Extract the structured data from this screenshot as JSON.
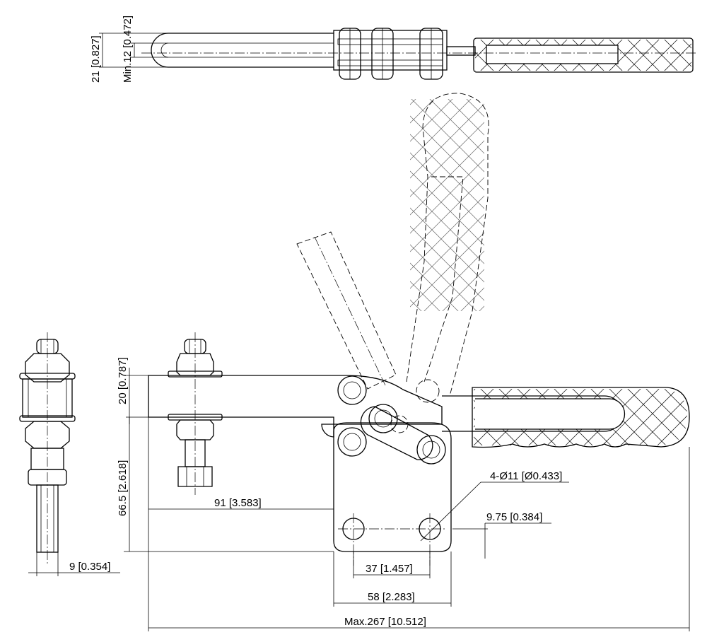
{
  "drawing": {
    "dimensions": {
      "width_min_slot": "Min.12 [0.472]",
      "width_slot": "21 [0.827]",
      "bar_thickness": "20 [0.787]",
      "height": "66.5 [2.618]",
      "reach": "91 [3.583]",
      "holes": "4-Ø11 [Ø0.433]",
      "hole_offset": "9.75 [0.384]",
      "hole_spacing_x": "37 [1.457]",
      "base_width": "58 [2.283]",
      "overall_length": "Max.267 [10.512]",
      "spindle_width": "9 [0.354]"
    },
    "colors": {
      "line": "#000000",
      "background": "#ffffff"
    }
  }
}
